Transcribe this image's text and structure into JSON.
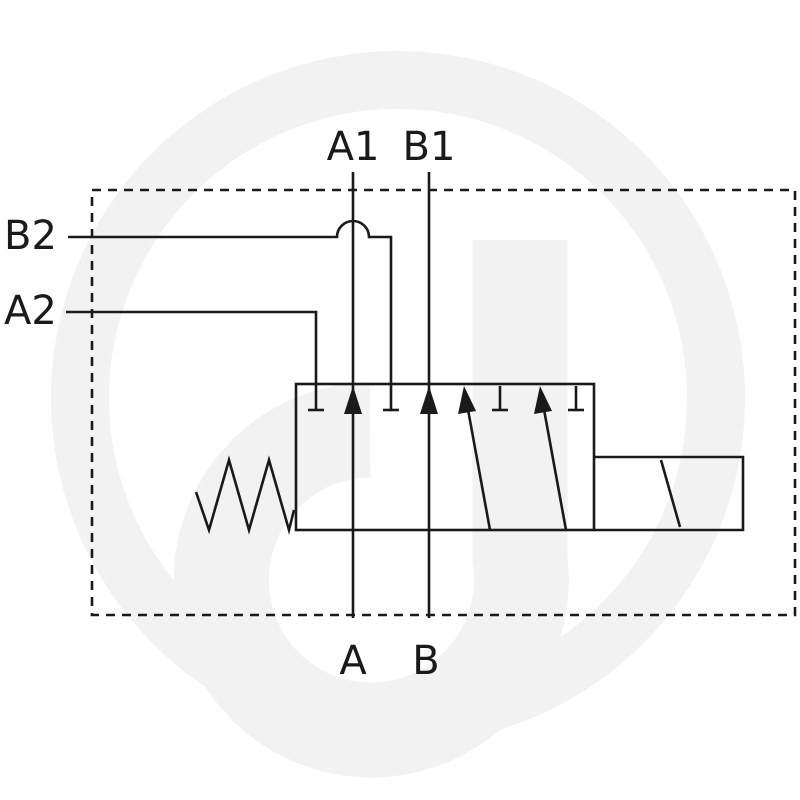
{
  "ports": {
    "a1": "A1",
    "b1": "B1",
    "b2": "B2",
    "a2": "A2",
    "a": "A",
    "b": "B"
  },
  "colors": {
    "line": "#1a1a1a",
    "watermark": "#f2f2f2",
    "background": "#ffffff"
  },
  "icons": {
    "watermark": "circular-logo-watermark",
    "spring": "spring-icon",
    "actuator": "solenoid-icon"
  }
}
